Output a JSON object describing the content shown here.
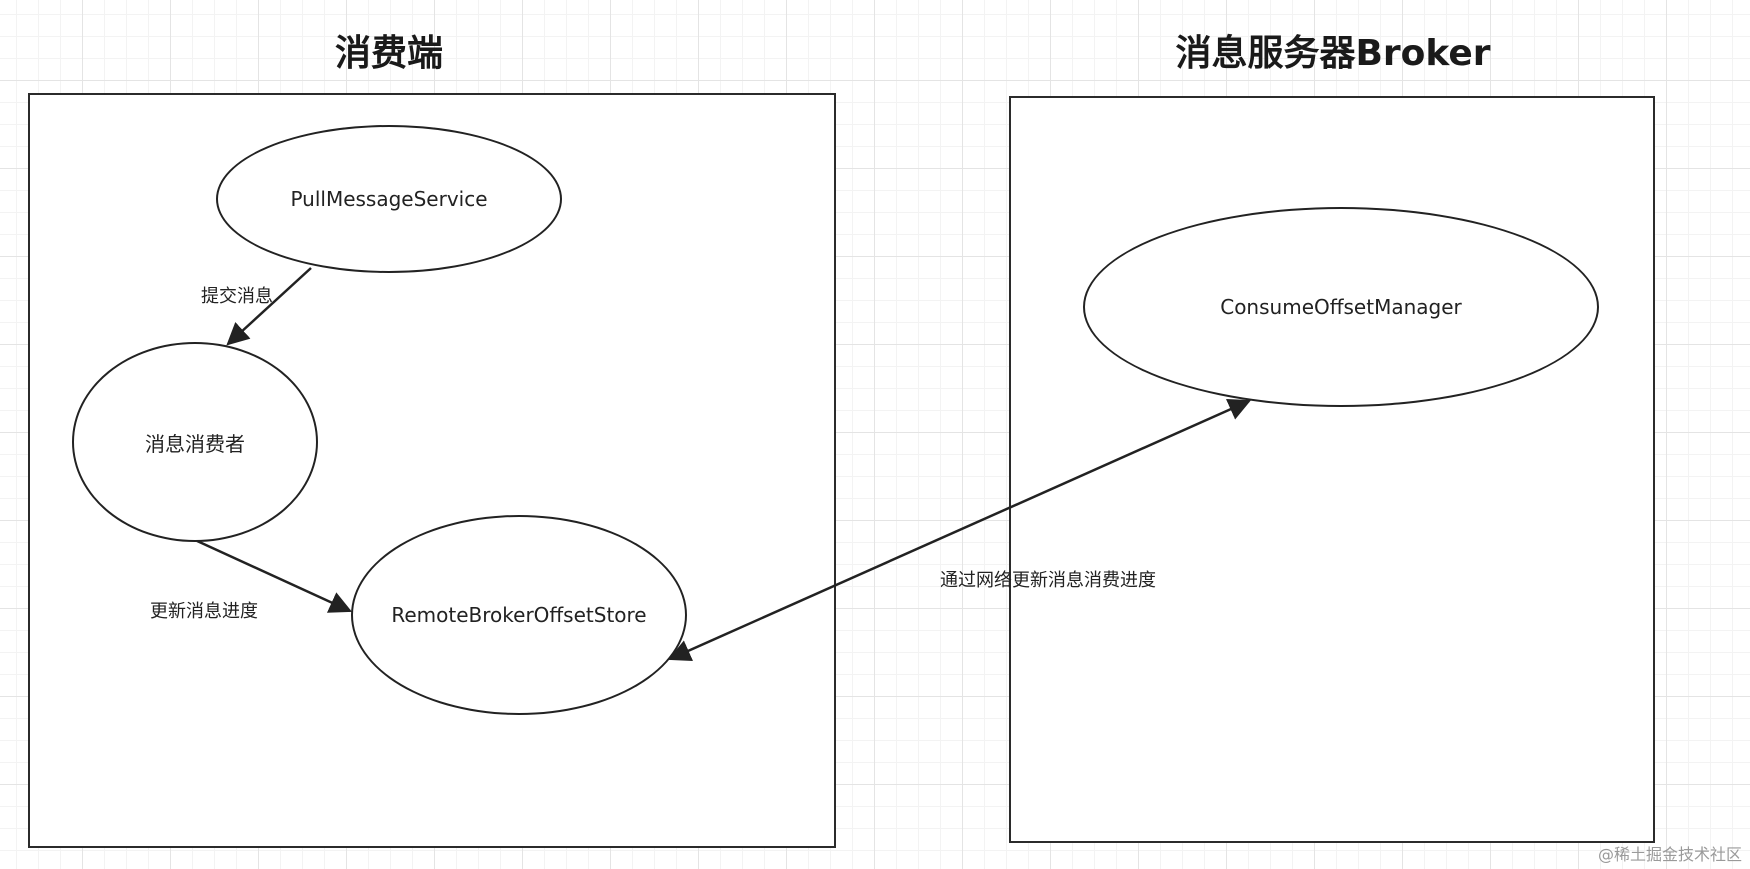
{
  "titles": {
    "consumer": "消费端",
    "broker": "消息服务器Broker"
  },
  "nodes": {
    "pull_message_service": "PullMessageService",
    "message_consumer": "消息消费者",
    "remote_broker_offset_store": "RemoteBrokerOffsetStore",
    "consume_offset_manager": "ConsumeOffsetManager"
  },
  "edges": {
    "submit_message": "提交消息",
    "update_progress": "更新消息进度",
    "network_update": "通过网络更新消息消费进度"
  },
  "watermark": "@稀土掘金技术社区",
  "colors": {
    "stroke": "#222222",
    "grid": "#e4e4e4"
  }
}
